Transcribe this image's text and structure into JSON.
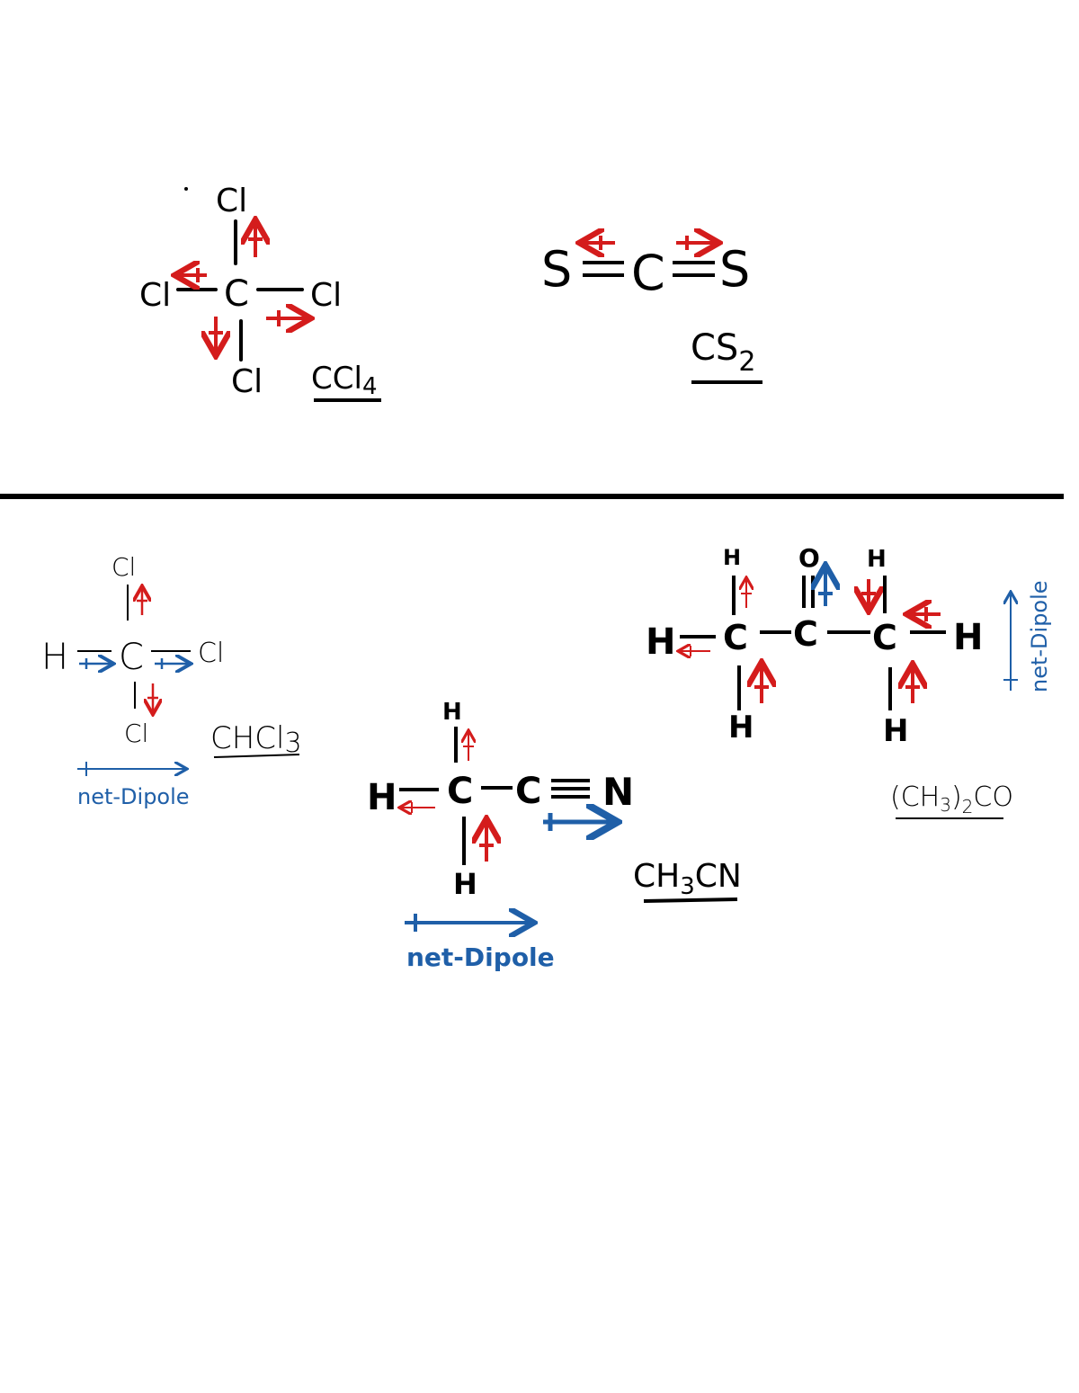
{
  "colors": {
    "ink": "#000000",
    "dipole_arrow": "#d41c1c",
    "net_dipole": "#1f5fa8",
    "background": "#ffffff"
  },
  "ccl4": {
    "atoms": {
      "top": "Cl",
      "left": "Cl",
      "center": "C",
      "right": "Cl",
      "bottom": "Cl"
    },
    "formula": {
      "main": "CCl",
      "sub": "4"
    }
  },
  "cs2": {
    "atoms": {
      "left": "S",
      "center": "C",
      "right": "S"
    },
    "formula": {
      "main": "CS",
      "sub": "2"
    }
  },
  "chcl3": {
    "atoms": {
      "top": "Cl",
      "left": "H",
      "center": "C",
      "right": "Cl",
      "bottom": "Cl"
    },
    "formula": {
      "main": "CHCl",
      "sub": "3"
    },
    "net_dipole": "net-Dipole"
  },
  "ch3cn": {
    "atoms": {
      "top": "H",
      "left": "H",
      "c1": "C",
      "c2": "C",
      "n": "N",
      "bottom": "H"
    },
    "formula": {
      "a": "CH",
      "sub": "3",
      "b": "CN"
    },
    "net_dipole": "net-Dipole"
  },
  "acetone": {
    "atoms": {
      "h_left": "H",
      "c1": "C",
      "c2": "C",
      "c3": "C",
      "h_right": "H",
      "o_top": "O",
      "h_top_left": "H",
      "h_top_right": "H",
      "h_bottom_left": "H",
      "h_bottom_right": "H"
    },
    "formula": {
      "a": "(CH",
      "sub1": "3",
      "b": ")",
      "sub2": "2",
      "c": "CO"
    },
    "net_dipole": "net-Dipole"
  }
}
